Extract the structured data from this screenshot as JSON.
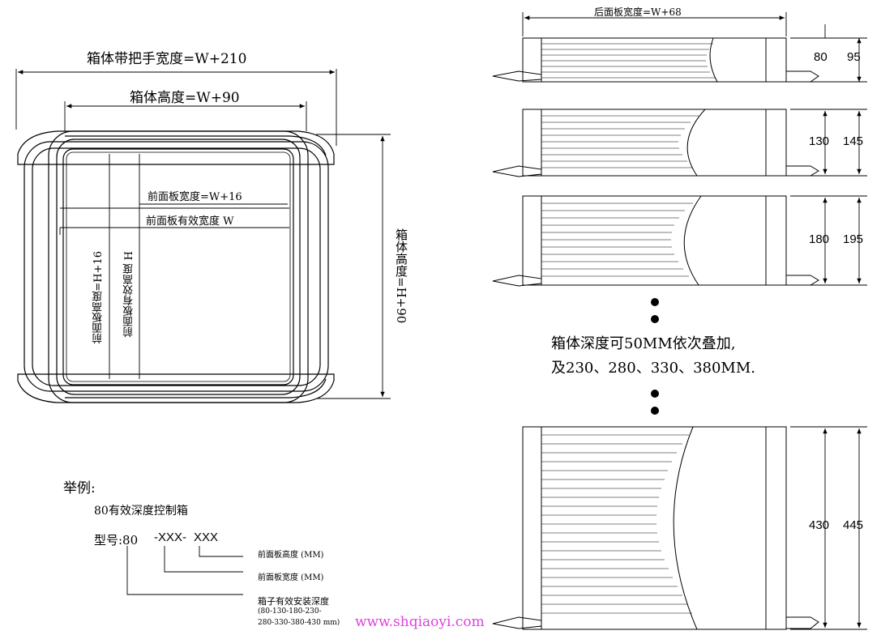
{
  "front_view": {
    "overall_width_with_handle": "箱体带把手宽度=W+210",
    "box_height_top": "箱体高度=W+90",
    "front_panel_width": "前面板宽度=W+16",
    "front_panel_effective_width": "前面板有效宽度 W",
    "front_panel_height": "前面板高度=H+16",
    "front_panel_effective_height": "前面板有效高度 H",
    "box_height_side": "箱体高度=H+90"
  },
  "side_views": {
    "rear_panel_width": "后面板宽度=W+68",
    "rows": [
      {
        "inner": "80",
        "outer": "95"
      },
      {
        "inner": "130",
        "outer": "145"
      },
      {
        "inner": "180",
        "outer": "195"
      },
      {
        "inner": "430",
        "outer": "445"
      }
    ],
    "stack_note_line1": "箱体深度可50MM依次叠加,",
    "stack_note_line2": "及230、280、330、380MM."
  },
  "example": {
    "heading": "举例:",
    "subtitle": "80有效深度控制箱",
    "model_prefix": "型号:80",
    "model_part2": "-XXX-",
    "model_part3": "XXX",
    "callout_height": "前面板高度 (MM)",
    "callout_width": "前面板宽度 (MM)",
    "callout_depth": "箱子有效安装深度",
    "callout_depth_values_1": "(80-130-180-230-",
    "callout_depth_values_2": "280-330-380-430 mm)"
  },
  "watermark": "www.shqiaoyi.com"
}
